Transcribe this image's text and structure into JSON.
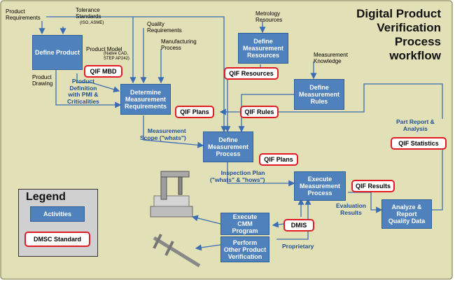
{
  "title": "Digital Product\nVerification\nProcess\nworkflow",
  "activities": {
    "define_product": "Define Product",
    "determine_requirements": "Determine\nMeasurement\nRequirements",
    "define_resources": "Define\nMeasurement\nResources",
    "define_rules": "Define\nMeasurement\nRules",
    "define_process": "Define\nMeasurement\nProcess",
    "execute_process": "Execute\nMeasurement\nProcess",
    "analyze_report": "Analyze &\nReport\nQuality Data",
    "execute_cmm": "Execute\nCMM\nProgram",
    "perform_other": "Perform\nOther Product\nVerification"
  },
  "standards": {
    "qif_mbd": "QIF MBD",
    "qif_resources": "QIF Resources",
    "qif_plans_1": "QIF Plans",
    "qif_rules": "QIF Rules",
    "qif_plans_2": "QIF Plans",
    "qif_results": "QIF Results",
    "qif_statistics": "QIF Statistics",
    "dmis": "DMIS"
  },
  "labels": {
    "product_requirements": "Product\nRequirements",
    "tolerance_standards": "Tolerance\nStandards",
    "tolerance_sub": "(ISO, ASME)",
    "quality_requirements": "Quality\nRequirements",
    "manufacturing_process": "Manufacturing\nProcess",
    "metrology_resources": "Metrology\nResources",
    "measurement_knowledge": "Measurement\nKnowledge",
    "product_model": "Product Model",
    "product_model_sub": "(Native CAD,\nSTEP AP242)",
    "product_drawing": "Product\nDrawing",
    "product_definition": "Product\nDefinition\nwith PMI &\nCriticalities",
    "measurement_scope": "Measurement\nScope (\"whats\")",
    "inspection_plan": "Inspection Plan\n(\"whats\" & \"hows\")",
    "evaluation_results": "Evaluation\nResults",
    "part_report": "Part Report &\nAnalysis",
    "proprietary": "Proprietary"
  },
  "legend": {
    "title": "Legend",
    "activities": "Activities",
    "standard": "DMSC Standard"
  },
  "colors": {
    "background": "#e2e0b6",
    "activity_fill": "#4f81bd",
    "arrow": "#3a6db4",
    "standard_border": "#e11c24"
  }
}
